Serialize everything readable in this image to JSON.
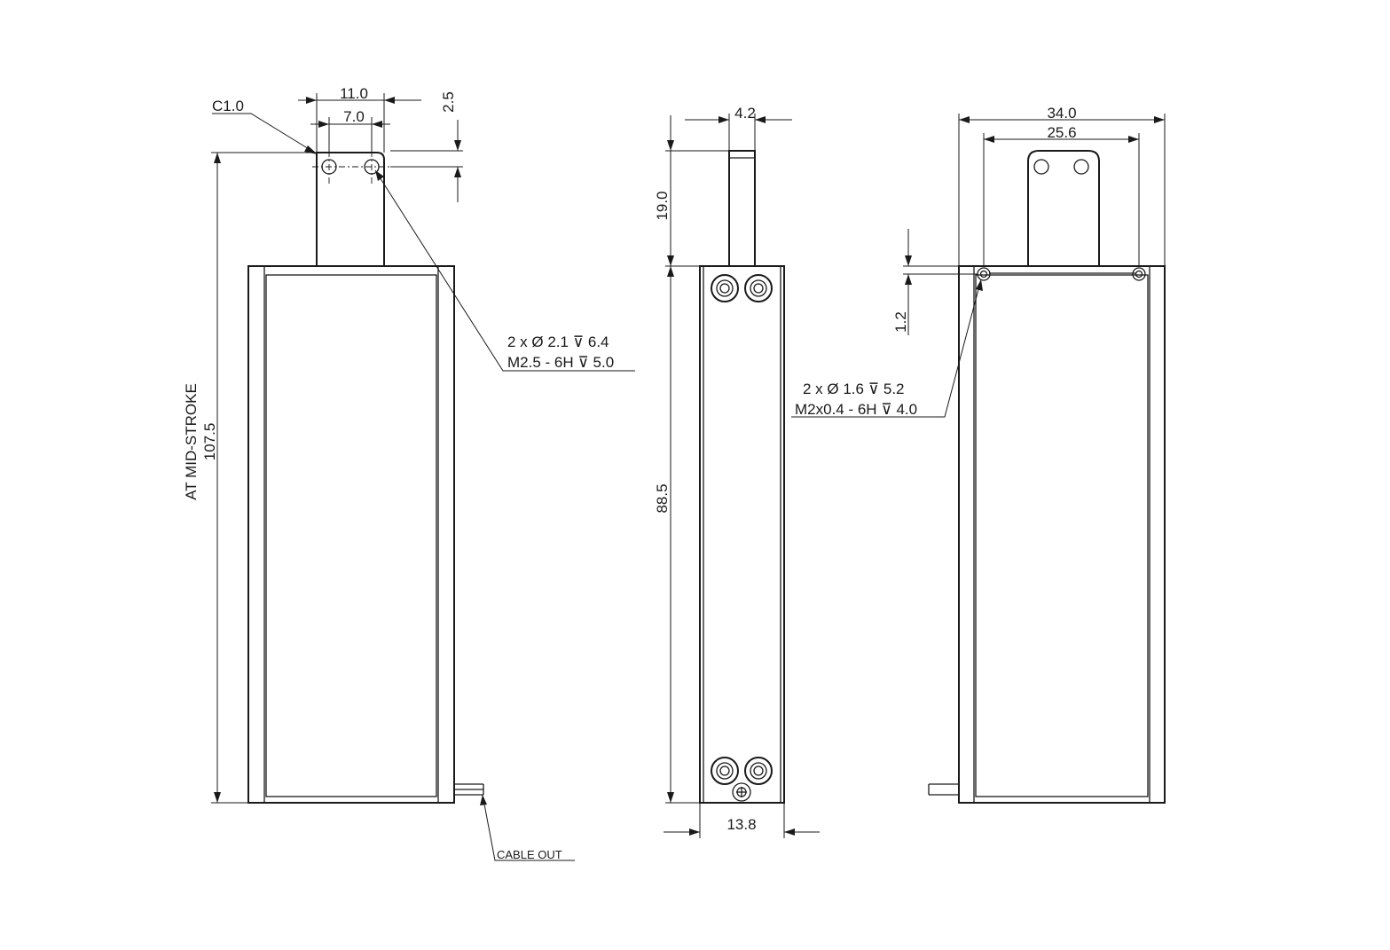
{
  "front_view": {
    "dim_top_width": "11.0",
    "dim_hole_spacing": "7.0",
    "dim_tab_hole_offset": "2.5",
    "chamfer_label": "C1.0",
    "dim_overall_height": "107.5",
    "dim_overall_height_note": "AT MID-STROKE",
    "callout_line1": "2 x Ø 2.1 ⊽ 6.4",
    "callout_line2": "M2.5 - 6H ⊽ 5.0",
    "cable_label": "CABLE OUT"
  },
  "side_view": {
    "dim_shaft_width": "4.2",
    "dim_shaft_height": "19.0",
    "dim_body_height": "88.5",
    "dim_body_width": "13.8"
  },
  "rear_view": {
    "dim_overall_width": "34.0",
    "dim_hole_spacing": "25.6",
    "dim_hole_offset": "1.2",
    "callout_line1": "2 x Ø 1.6 ⊽ 5.2",
    "callout_line2": "M2x0.4 - 6H ⊽ 4.0"
  }
}
